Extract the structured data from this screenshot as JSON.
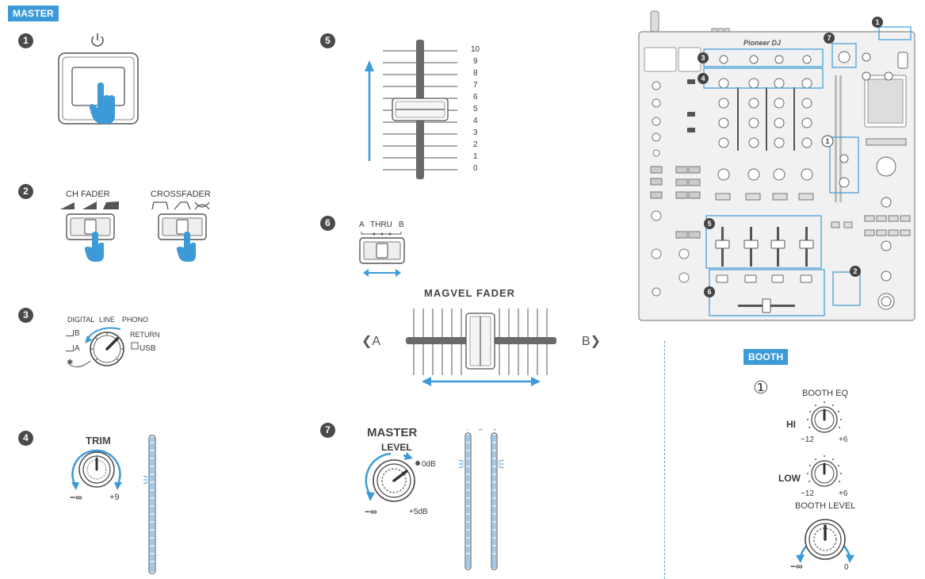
{
  "sections": {
    "master_label": "MASTER",
    "booth_label": "BOOTH"
  },
  "step_numbers": [
    "1",
    "2",
    "3",
    "4",
    "5",
    "6",
    "7"
  ],
  "step2": {
    "ch_fader": "CH FADER",
    "crossfader": "CROSSFADER"
  },
  "step3": {
    "digital": "DIGITAL",
    "line": "LINE",
    "phono": "PHONO",
    "return": "RETURN",
    "usb": "USB",
    "b": "B",
    "a": "A"
  },
  "step4": {
    "trim": "TRIM",
    "min": "−∞",
    "max": "+9"
  },
  "step5": {
    "scale": [
      "10",
      "9",
      "8",
      "7",
      "6",
      "5",
      "4",
      "3",
      "2",
      "1",
      "0"
    ]
  },
  "step6": {
    "a": "A",
    "thru": "THRU",
    "b": "B",
    "magvel": "MAGVEL FADER",
    "left": "❮A",
    "right": "B❯"
  },
  "step7": {
    "master": "MASTER",
    "level": "LEVEL",
    "zero_db": "0dB",
    "min": "−∞",
    "max": "+5dB"
  },
  "booth": {
    "circled_one": "①",
    "booth_eq": "BOOTH EQ",
    "hi": "HI",
    "low": "LOW",
    "minus12": "−12",
    "plus6": "+6",
    "booth_level": "BOOTH LEVEL",
    "level_min": "−∞",
    "level_max": "0"
  },
  "mixer": {
    "brand": "Pioneer DJ",
    "callouts": [
      "1",
      "7",
      "3",
      "4",
      "1",
      "5",
      "2",
      "6"
    ]
  }
}
